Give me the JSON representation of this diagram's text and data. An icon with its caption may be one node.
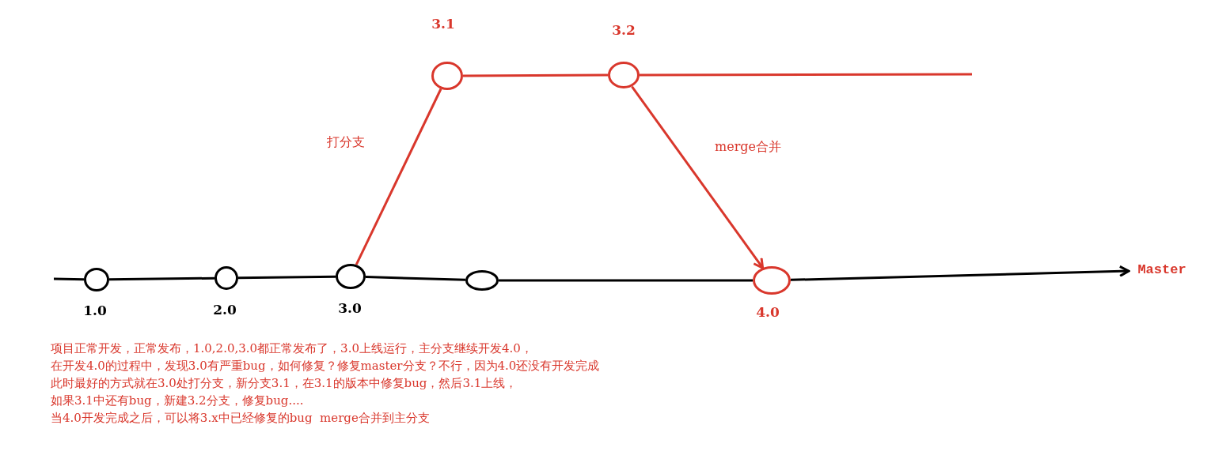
{
  "diagram": {
    "nodes": [
      {
        "text": [],
        "shape": "circle",
        "beside": [
          "1.0"
        ]
      },
      {
        "text": [],
        "shape": "circle",
        "beside": [
          "2.0"
        ]
      },
      {
        "text": [],
        "shape": "circle",
        "beside": [
          "3.0"
        ]
      },
      {
        "text": [],
        "shape": "circle"
      },
      {
        "text": [],
        "shape": "circle",
        "beside": [
          "4.0"
        ]
      },
      {
        "text": [],
        "shape": "circle",
        "beside": [
          "3.1"
        ]
      },
      {
        "text": [],
        "shape": "circle",
        "beside": [
          "3.2"
        ]
      },
      {
        "text": [
          "Master"
        ]
      }
    ],
    "edges": [
      {
        "from": null,
        "to": 0,
        "arrow": "none"
      },
      {
        "from": 0,
        "to": 1,
        "arrow": "none"
      },
      {
        "from": 1,
        "to": 2,
        "arrow": "none"
      },
      {
        "from": 2,
        "to": 3,
        "arrow": "none"
      },
      {
        "from": 3,
        "to": 4,
        "arrow": "none"
      },
      {
        "from": 4,
        "to": 7,
        "arrow": "to"
      },
      {
        "from": 2,
        "to": 5,
        "arrow": "none",
        "label": "打分支",
        "color": "#d9372c"
      },
      {
        "from": 5,
        "to": 6,
        "arrow": "none",
        "color": "#d9372c"
      },
      {
        "from": 6,
        "to": null,
        "arrow": "none",
        "color": "#d9372c"
      },
      {
        "from": 6,
        "to": 4,
        "arrow": "to",
        "label": "merge合并",
        "color": "#d9372c"
      }
    ],
    "labels": [
      "项目正常开发，正常发布，1.0,2.0,3.0都正常发布了，3.0上线运行，主分支继续开发4.0，",
      "在开发4.0的过程中，发现3.0有严重bug，如何修复？修复master分支？不行，因为4.0还没有开发完成",
      "此时最好的方式就在3.0处打分支，新分支3.1，在3.1的版本中修复bug，然后3.1上线，",
      "如果3.1中还有bug，新建3.2分支，修复bug....",
      "当4.0开发完成之后，可以将3.x中已经修复的bug  merge合并到主分支"
    ]
  }
}
